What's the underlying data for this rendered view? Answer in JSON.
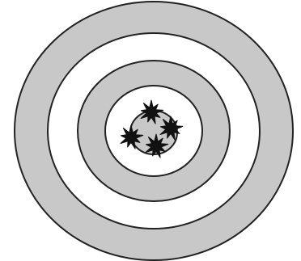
{
  "target": {
    "ring_count": 4,
    "colors": {
      "background": "#ffffff",
      "shaded_band": "#c8c8c8",
      "outline": "#222222",
      "impact": "#111111"
    },
    "ring_fill_order": [
      "shaded",
      "white",
      "shaded",
      "white",
      "shaded"
    ],
    "impact_icon": "burst-star-icon",
    "impact_count": 4
  }
}
